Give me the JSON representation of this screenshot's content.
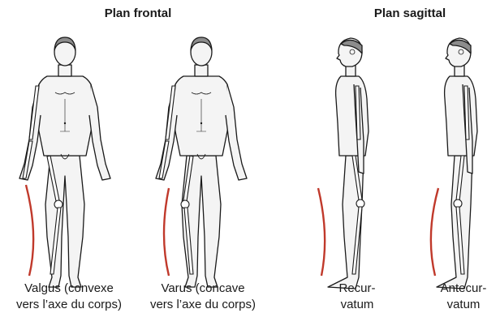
{
  "headings": {
    "frontal": "Plan frontal",
    "sagittal": "Plan sagittal"
  },
  "figures": [
    {
      "id": "valgus",
      "caption_line1": "Valgus (convexe",
      "caption_line2": "vers l’axe du corps)",
      "view": "front",
      "deformity": "valgus"
    },
    {
      "id": "varus",
      "caption_line1": "Varus (concave",
      "caption_line2": "vers l’axe du corps)",
      "view": "front",
      "deformity": "varus"
    },
    {
      "id": "recurvatum",
      "caption_line1": "Recur-",
      "caption_line2": "vatum",
      "view": "side",
      "deformity": "recurvatum"
    },
    {
      "id": "antecurvatum",
      "caption_line1": "Antecur-",
      "caption_line2": "vatum",
      "view": "side",
      "deformity": "antecurvatum"
    }
  ],
  "colors": {
    "curve_accent": "#c0392b",
    "outline": "#1a1a1a",
    "skin_fill": "#f4f4f4",
    "hair_fill": "#8c8c8c"
  }
}
